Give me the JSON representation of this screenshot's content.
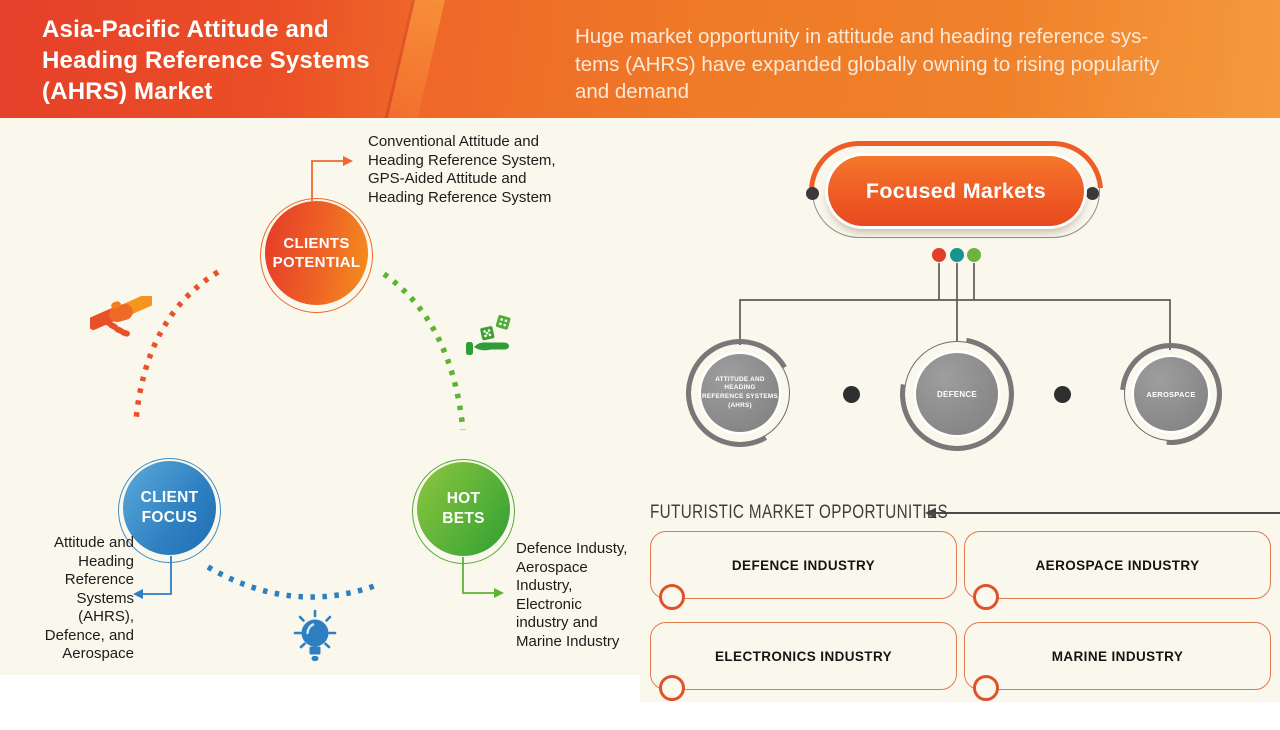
{
  "header": {
    "title_lines": [
      "Asia-Pacific Attitude and",
      "Heading Reference Systems",
      "(AHRS) Market"
    ],
    "subtitle_lines": [
      "Huge market opportunity in attitude and heading reference sys-",
      "tems (AHRS) have expanded globally owning to rising popularity",
      "and demand"
    ]
  },
  "cycle": {
    "clients_potential": {
      "label_lines": [
        "CLIENTS",
        "POTENTIAL"
      ],
      "note": "Conventional Attitude and Heading Reference System, GPS-Aided Attitude and Heading Reference System",
      "color": "#ee5a26",
      "icon": "handshake-icon"
    },
    "client_focus": {
      "label_lines": [
        "CLIENT",
        "FOCUS"
      ],
      "note": "Attitude and Heading Reference Systems (AHRS), Defence, and Aerospace",
      "color": "#2f80c1",
      "icon": "lightbulb-icon"
    },
    "hot_bets": {
      "label_lines": [
        "HOT",
        "BETS"
      ],
      "note": "Defence Industy, Aerospace Industry, Electronic industry and Marine Industry",
      "color": "#4caa34",
      "icon": "dice-in-hand-icon"
    }
  },
  "focused_markets": {
    "title": "Focused Markets",
    "accent": "#ee5d25",
    "dot_colors": [
      "#e23e2b",
      "#17948e",
      "#6cb33f"
    ],
    "nodes": [
      {
        "label_lines": [
          "ATTITUDE AND",
          "HEADING",
          "REFERENCE SYSTEMS",
          "(AHRS)"
        ]
      },
      {
        "label_lines": [
          "DEFENCE"
        ]
      },
      {
        "label_lines": [
          "AEROSPACE"
        ]
      }
    ]
  },
  "futuristic": {
    "heading": "FUTURISTIC MARKET OPPORTUNITIES",
    "boxes": [
      {
        "label": "DEFENCE INDUSTRY"
      },
      {
        "label": "AEROSPACE INDUSTRY"
      },
      {
        "label": "ELECTRONICS INDUSTRY"
      },
      {
        "label": "MARINE INDUSTRY"
      }
    ]
  },
  "colors": {
    "background_panel": "#faf8ec",
    "header_left": "#e5402a",
    "header_right": "#f0812a",
    "connector_gray": "#5b5b5b",
    "box_outline": "#df7b50"
  }
}
